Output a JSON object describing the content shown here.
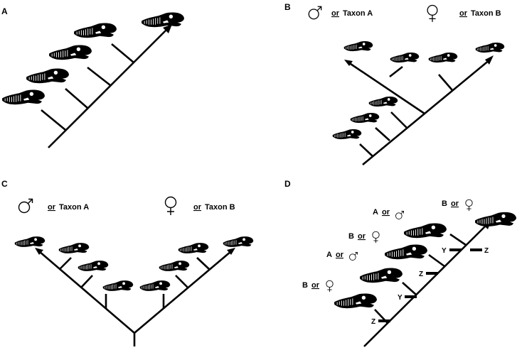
{
  "panels": {
    "A": {
      "label": "A"
    },
    "B": {
      "label": "B",
      "legend": [
        {
          "symbol": "male-symbol",
          "prefix": "or",
          "text": "Taxon A"
        },
        {
          "symbol": "female-symbol",
          "prefix": "or",
          "text": "Taxon B"
        }
      ]
    },
    "C": {
      "label": "C",
      "legend": [
        {
          "symbol": "male-symbol",
          "prefix": "or",
          "text": "Taxon A"
        },
        {
          "symbol": "female-symbol",
          "prefix": "or",
          "text": "Taxon B"
        }
      ]
    },
    "D": {
      "label": "D",
      "tip_labels": [
        {
          "letter": "B",
          "prefix": "or",
          "symbol": "female-symbol"
        },
        {
          "letter": "A",
          "prefix": "or",
          "symbol": "male-symbol"
        },
        {
          "letter": "B",
          "prefix": "or",
          "symbol": "female-symbol"
        },
        {
          "letter": "A",
          "prefix": "or",
          "symbol": "male-symbol"
        },
        {
          "letter": "B",
          "prefix": "or",
          "symbol": "female-symbol"
        }
      ],
      "character_marks": [
        "Z",
        "Y",
        "Z",
        "Y",
        "Z"
      ]
    }
  },
  "colors": {
    "ink": "#000000",
    "background": "#ffffff"
  }
}
